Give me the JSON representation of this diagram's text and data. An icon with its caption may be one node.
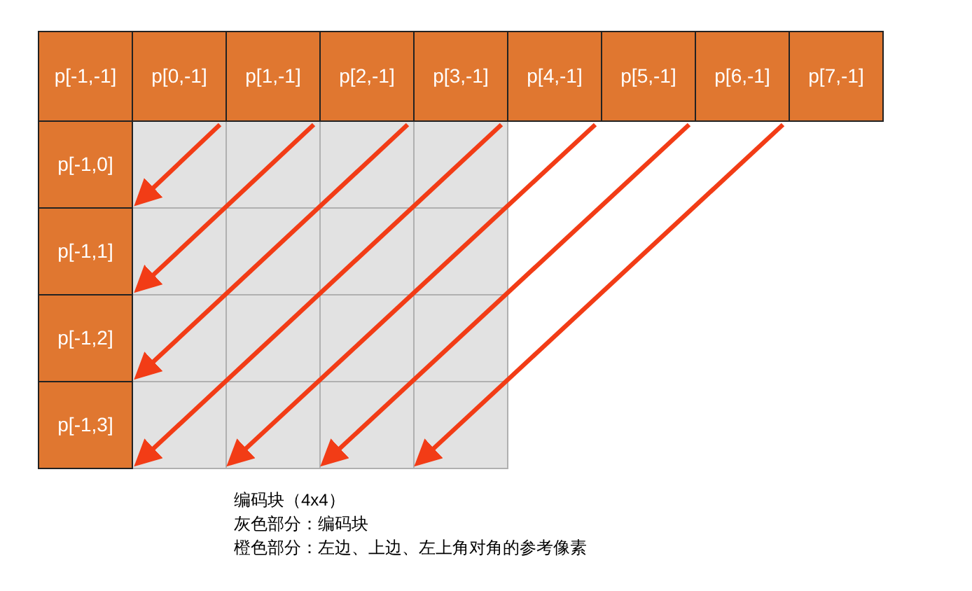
{
  "diagram": {
    "nodes": [
      {
        "text": [
          "p[-1,-1]"
        ]
      },
      {
        "text": [
          "p[0,-1]"
        ]
      },
      {
        "text": [
          "p[1,-1]"
        ]
      },
      {
        "text": [
          "p[2,-1]"
        ]
      },
      {
        "text": [
          "p[3,-1]"
        ]
      },
      {
        "text": [
          "p[4,-1]"
        ]
      },
      {
        "text": [
          "p[5,-1]"
        ]
      },
      {
        "text": [
          "p[6,-1]"
        ]
      },
      {
        "text": [
          "p[7,-1]"
        ]
      },
      {
        "text": [
          "p[-1,0]"
        ]
      },
      {
        "text": [
          "p[-1,1]"
        ]
      },
      {
        "text": [
          "p[-1,2]"
        ]
      },
      {
        "text": [
          "p[-1,3]"
        ]
      }
    ],
    "edges": [
      {
        "from": 1,
        "to": 9,
        "arrow": "to"
      },
      {
        "from": 2,
        "to": 10,
        "arrow": "to"
      },
      {
        "from": 3,
        "to": 11,
        "arrow": "to"
      },
      {
        "from": 4,
        "to": 12,
        "arrow": "to"
      },
      {
        "from": 5,
        "to": null,
        "arrow": "to"
      },
      {
        "from": 6,
        "to": null,
        "arrow": "to"
      },
      {
        "from": 7,
        "to": null,
        "arrow": "to"
      }
    ],
    "labels": [
      "编码块（4x4）",
      "灰色部分：编码块",
      "橙色部分：左边、上边、左上角对角的参考像素"
    ]
  }
}
